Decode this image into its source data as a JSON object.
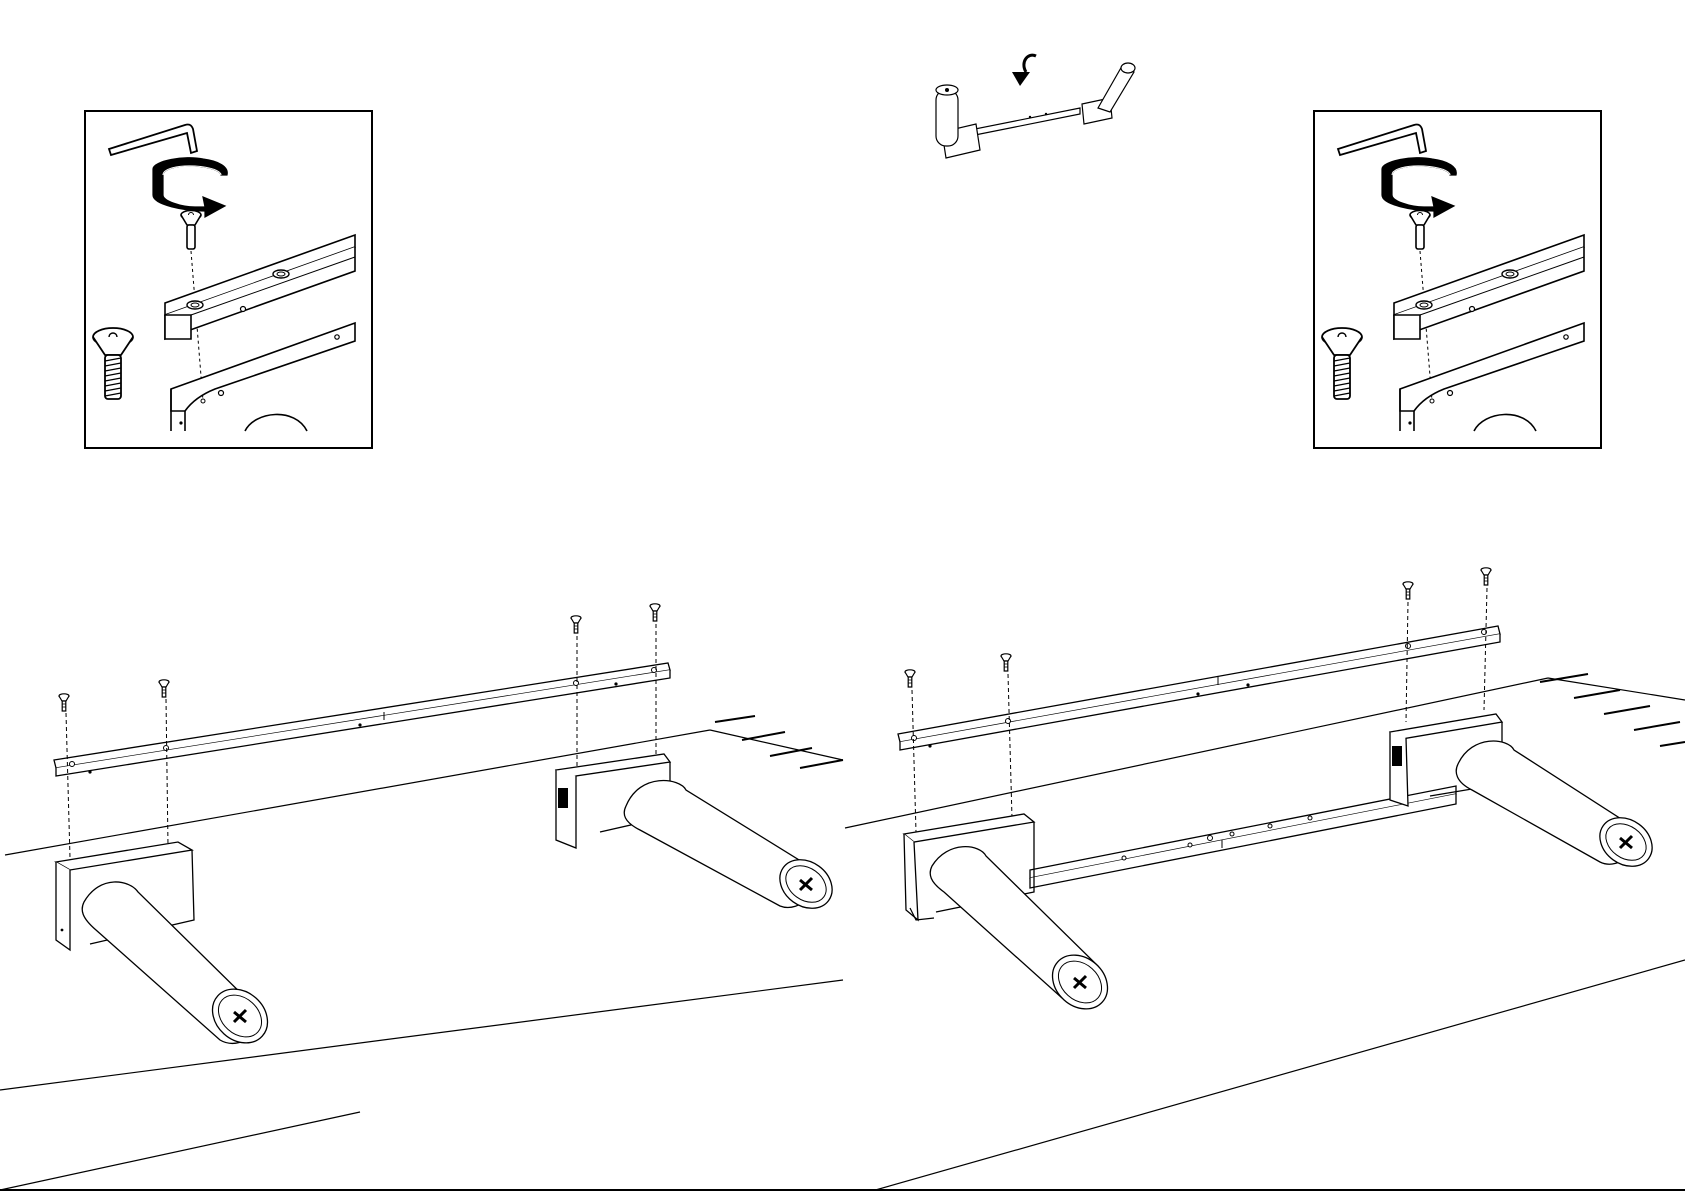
{
  "document": {
    "kind": "furniture assembly instruction page",
    "text_labels": []
  },
  "detail_insets": [
    {
      "id": "left",
      "parts": [
        "hex-key",
        "rotation-arrow",
        "countersunk-screw",
        "crossbar-section",
        "leg-bracket"
      ]
    },
    {
      "id": "right",
      "parts": [
        "hex-key",
        "rotation-arrow",
        "countersunk-screw",
        "crossbar-section",
        "leg-bracket"
      ]
    }
  ],
  "flip_preview": {
    "parts": [
      "leg-frame",
      "flip-arrow"
    ]
  },
  "steps": [
    {
      "id": "before",
      "parts": [
        "crossbar",
        "screws",
        "leg-left",
        "leg-right",
        "tabletop"
      ],
      "screw_count": 4
    },
    {
      "id": "after",
      "parts": [
        "crossbar",
        "screws",
        "leg-left",
        "leg-right",
        "lower-rail",
        "tabletop"
      ],
      "screw_count": 4
    }
  ],
  "colors": {
    "line": "#000000",
    "background": "#ffffff",
    "arrow_fill": "#000000"
  }
}
